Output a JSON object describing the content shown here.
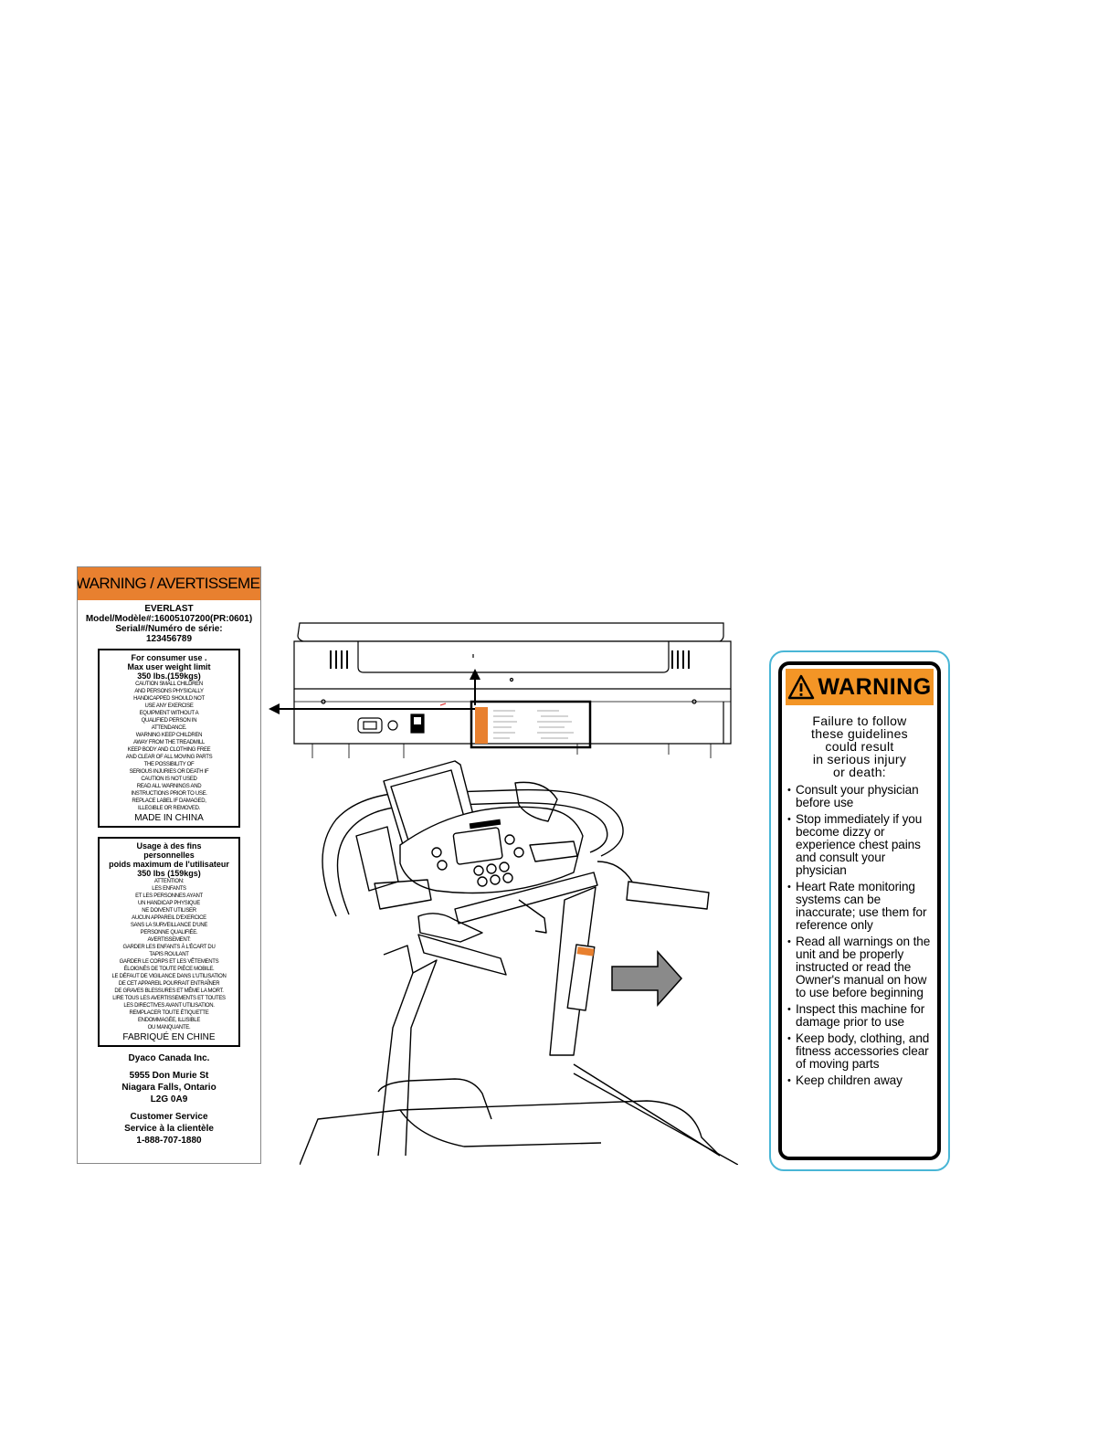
{
  "serial_label": {
    "header": "WARNING / AVERTISSEMENT",
    "brand": "EVERLAST",
    "model": "Model/Modèle#:16005107200(PR:0601)",
    "serial_label": "Serial#/Numéro de série:",
    "serial_number": "123456789",
    "english_box": {
      "line1": "For consumer use .",
      "line2": "Max user weight limit",
      "line3": "350 lbs.(159kgs)",
      "fine_print": [
        "CAUTION SMALL CHILDREN",
        "AND PERSONS PHYSICALLY",
        "HANDICAPPED SHOULD NOT",
        "USE ANY EXERCISE",
        "EQUIPMENT WITHOUT A",
        "QUALIFIED PERSON IN",
        "ATTENDANCE.",
        "WARNING KEEP CHILDREN",
        "AWAY FROM THE TREADMILL",
        "KEEP BODY AND CLOTHING FREE",
        "AND CLEAR OF ALL MOVING PARTS",
        "THE POSSIBILITY OF",
        "SERIOUS INJURIES OR DEATH IF",
        "CAUTION IS NOT USED",
        "READ ALL WARNINGS AND",
        "INSTRUCTIONS PRIOR TO USE.",
        "REPLACE LABEL IF DAMAGED,",
        "ILLEGIBLE OR REMOVED."
      ],
      "made_in": "MADE IN CHINA"
    },
    "french_box": {
      "line1": "Usage à des fins",
      "line2": "personnelles",
      "line3": "poids maximum de l'utilisateur",
      "line4": "350 lbs (159kgs)",
      "fine_print": [
        "ATTENTION:",
        "LES ENFANTS",
        "ET LES PERSONNES AYANT",
        "UN HANDICAP PHYSIQUE",
        "NE DOIVENT UTILISER",
        "AUCUN APPAREIL D'EXERCICE",
        "SANS LA SURVEILLANCE D'UNE",
        "PERSONNE QUALIFIÉE.",
        "AVERTISSEMENT:",
        "GARDER LES ENFANTS À L'ÉCART DU",
        "TAPIS ROULANT",
        "GARDER LE CORPS ET LES VÊTEMENTS",
        "ÉLOIGNÉS DE TOUTE PIÈCE MOBILE.",
        "LE DÉFAUT DE VIGILANCE DANS L'UTILISATION",
        "DE CET APPAREIL POURRAIT ENTRAÎNER",
        "DE GRAVES BLESSURES ET MÊME LA MORT.",
        "LIRE TOUS LES AVERTISSEMENTS ET TOUTES",
        "LES DIRECTIVES AVANT UTILISATION.",
        "REMPLACER TOUTE ÉTIQUETTE",
        "ENDOMMAGÉE, ILLISIBLE",
        "OU MANQUANTE."
      ],
      "made_in": "FABRIQUÉ EN CHINE"
    },
    "company": "Dyaco Canada Inc.",
    "address1": "5955 Don Murie St",
    "address2": "Niagara Falls, Ontario",
    "postal": "L2G 0A9",
    "cs_en": "Customer Service",
    "cs_fr": "Service à la clientèle",
    "phone": "1-888-707-1880"
  },
  "warning_label": {
    "header": "WARNING",
    "intro": [
      "Failure to follow",
      "these guidelines",
      "could result",
      "in serious injury",
      "or death:"
    ],
    "items": [
      "Consult your physician before use",
      "Stop immediately if you become dizzy or experience chest pains and consult your physician",
      "Heart Rate monitoring systems can be inaccurate; use them for reference only",
      "Read all warnings on the unit and be properly instructed or read the Owner's manual on how to use before beginning",
      "Inspect this machine for damage prior to use",
      "Keep body, clothing, and fitness accessories clear of moving parts",
      "Keep children away"
    ]
  },
  "colors": {
    "serial_header": "#e8802f",
    "warning_header": "#f39526",
    "card_border": "#49b6d6"
  }
}
